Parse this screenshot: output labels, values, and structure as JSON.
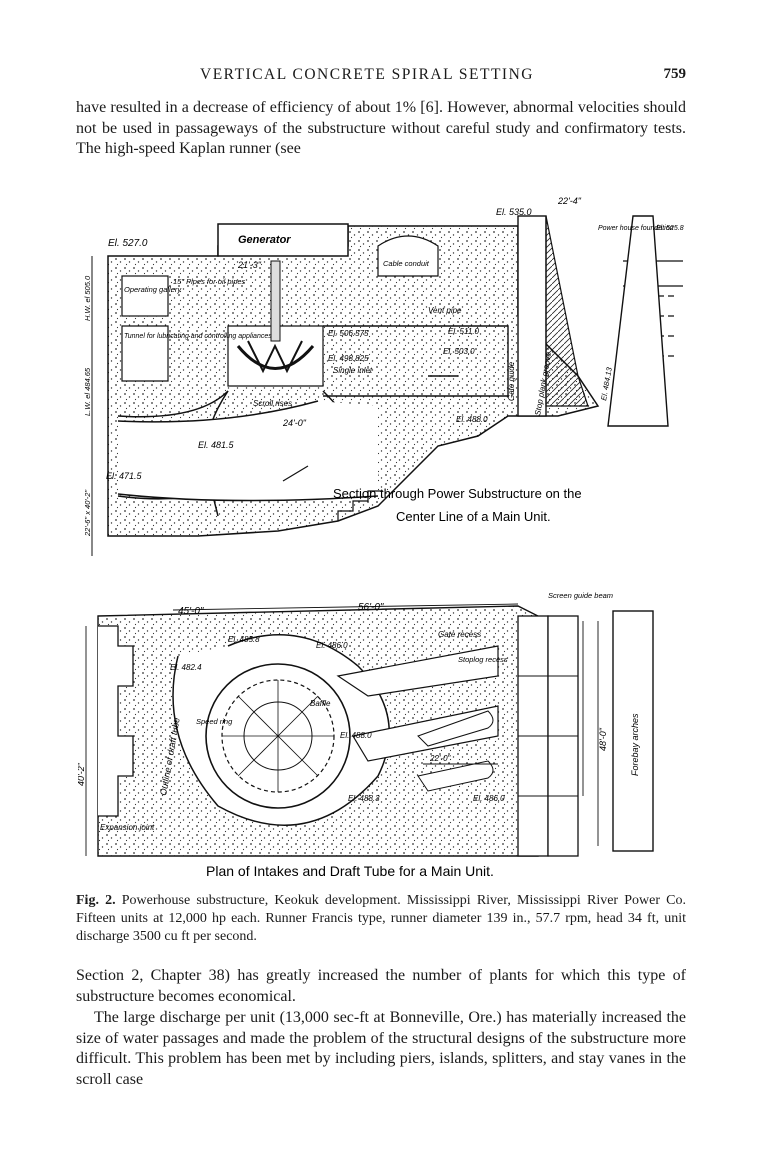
{
  "header": {
    "running_title": "VERTICAL CONCRETE SPIRAL SETTING",
    "page_number": "759"
  },
  "paragraph_top": "have resulted in a decrease of efficiency of about 1% [6]. However, abnormal velocities should not be used in passageways of the substructure without careful study and confirmatory tests. The high-speed Kaplan runner (see",
  "figure": {
    "section": {
      "caption_line1": "Section through Power Substructure on the",
      "caption_line2": "Center Line of a Main Unit.",
      "labels": {
        "el_527": "El. 527.0",
        "generator": "Generator",
        "dim_21_3": "21'-3\"",
        "operating_gallery": "Operating gallery",
        "pipes": "15\" Pipes for oil pipes",
        "tunnel": "Tunnel for lubricating and controlling appliances",
        "el_5065": "El. 506.575",
        "el_4985": "El. 498.825",
        "single_inlet": "Single inlet",
        "scroll_rises": "Scroll rises",
        "el_4815": "El. 481.5",
        "el_4715": "El. 471.5",
        "dim_24": "24'-0\"",
        "el_535": "El. 535.0",
        "dim_22_4": "22'-4\"",
        "cable_conduit": "Cable conduit",
        "vent_pipe": "Vent pipe",
        "el_511": "El. 511.0",
        "el_503": "El. 503.0",
        "el_4880": "El. 488.0",
        "gate_guide": "Gate guide",
        "stop_plank": "Stop plank groove",
        "el_5258": "El. 525.8",
        "power_house_found": "Power house foundation",
        "hw_elev": "H.W. el 505.0",
        "lw_elev": "L.W. el 484.65",
        "dim_22_6": "22'-6\" x 40'-2\"",
        "el_48413": "El. 484.13"
      }
    },
    "plan": {
      "caption": "Plan of Intakes and Draft Tube for a Main Unit.",
      "labels": {
        "dim_45": "45'-0\"",
        "dim_56": "56'-0\"",
        "gate_recess": "Gate recess",
        "el_4858": "El. 485.8",
        "el_4860": "El. 486.0",
        "el_4824": "El. 482.4",
        "el_4880": "El. 488.0",
        "el_4883": "El. 488.3",
        "outline_draft": "Outline of draft tube",
        "baffle": "Baffle",
        "speed_ring": "Speed ring",
        "expansion_joint": "Expansion joint",
        "dim_40_2": "40'-2\"",
        "forebay_arches": "Forebay arches",
        "screen_guide": "Screen guide beam",
        "dim_48": "48'-0\"",
        "dim_22_0": "22'-0\"",
        "el_4860b": "El. 486.0",
        "stoplog": "Stoplog recess"
      }
    }
  },
  "caption": {
    "label": "Fig. 2.",
    "text": "Powerhouse substructure, Keokuk development. Mississippi River, Mississippi River Power Co. Fifteen units at 12,000 hp each. Runner Francis type, runner diameter 139 in., 57.7 rpm, head 34 ft, unit discharge 3500 cu ft per second."
  },
  "paragraph_bottom_1": "Section 2, Chapter 38) has greatly increased the number of plants for which this type of substructure becomes economical.",
  "paragraph_bottom_2": "The large discharge per unit (13,000 sec-ft at Bonneville, Ore.) has materially increased the size of water passages and made the problem of the structural designs of the substructure more difficult. This problem has been met by including piers, islands, splitters, and stay vanes in the scroll case"
}
